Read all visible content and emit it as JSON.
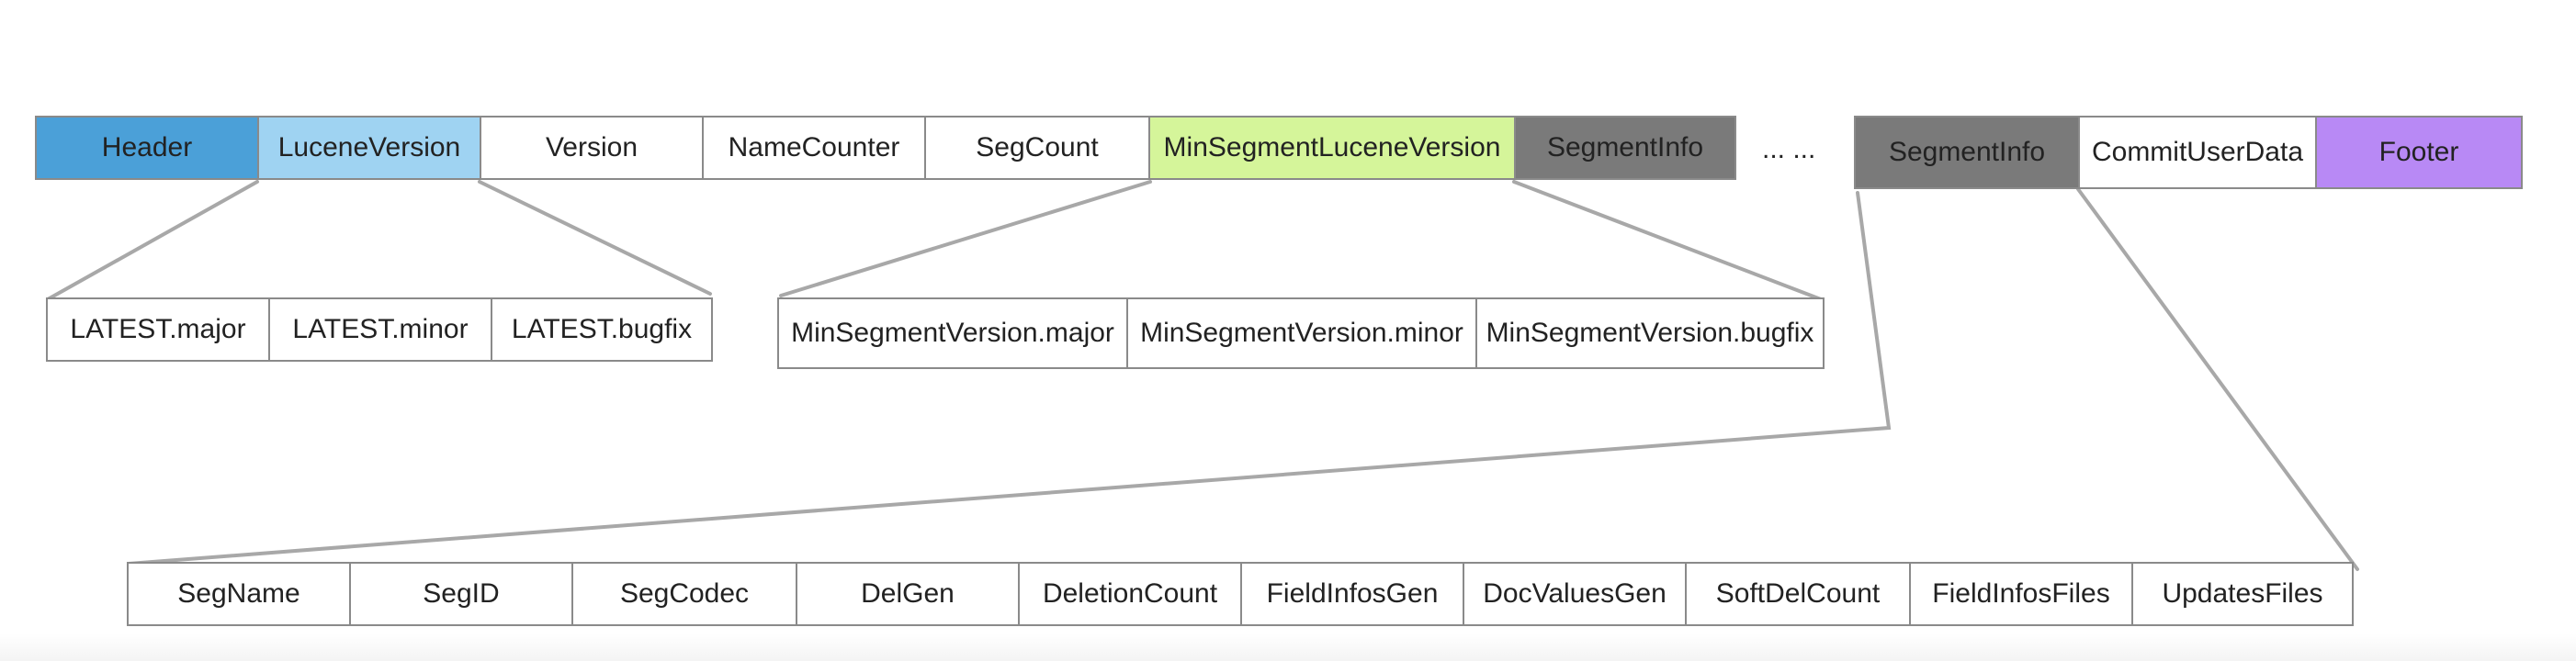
{
  "colors": {
    "header_bg": "#4ba0d8",
    "lucene_version_bg": "#9fd3f2",
    "min_segment_bg": "#d5f59a",
    "segment_info_bg": "#7a7a7a",
    "footer_bg": "#b889f5",
    "plain_bg": "#ffffff",
    "border": "#8a8a8a",
    "connector": "#a8a8a8"
  },
  "top_row": {
    "header": "Header",
    "lucene_version": "LuceneVersion",
    "version": "Version",
    "name_counter": "NameCounter",
    "seg_count": "SegCount",
    "min_segment_lucene_version": "MinSegmentLuceneVersion",
    "segment_info_first": "SegmentInfo",
    "ellipsis": "... ...",
    "segment_info_last": "SegmentInfo",
    "commit_user_data": "CommitUserData",
    "footer": "Footer"
  },
  "lucene_version_fields": [
    "LATEST.major",
    "LATEST.minor",
    "LATEST.bugfix"
  ],
  "min_segment_version_fields": [
    "MinSegmentVersion.major",
    "MinSegmentVersion.minor",
    "MinSegmentVersion.bugfix"
  ],
  "segment_info_fields": [
    "SegName",
    "SegID",
    "SegCodec",
    "DelGen",
    "DeletionCount",
    "FieldInfosGen",
    "DocValuesGen",
    "SoftDelCount",
    "FieldInfosFiles",
    "UpdatesFiles"
  ]
}
